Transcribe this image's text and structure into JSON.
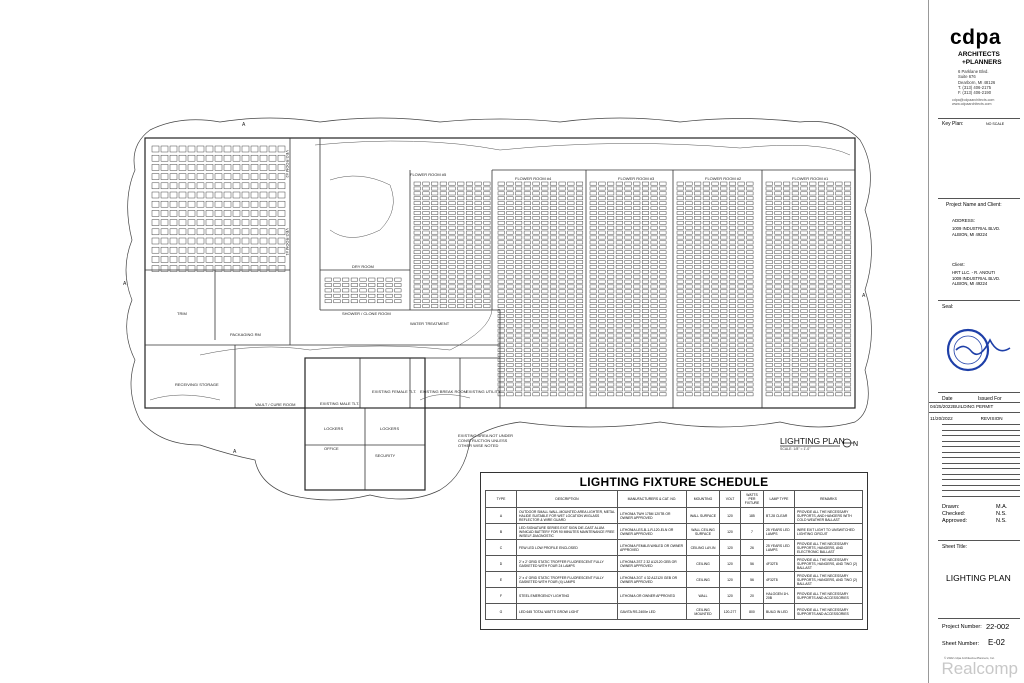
{
  "firm": {
    "name": "cdpa",
    "line1": "ARCHITECTS",
    "line2": "+PLANNERS",
    "address": [
      "6 Parklane Blvd.",
      "Suite 676",
      "Dearborn, MI 48126",
      "T. (313) 406-2175",
      "F. (313) 406-2190"
    ],
    "contact": [
      "cdpa@cdpaarchitects.com",
      "www.cdpaarchitects.com"
    ]
  },
  "titleblock": {
    "key_plan_label": "Key Plan:",
    "key_plan_value": "NO SCALE",
    "project_label": "Project Name and Client:",
    "address_label": "ADDRESS:",
    "address_lines": [
      "1009 INDUSTRIAL BLVD.",
      "ALBION, MI 49224"
    ],
    "client_label": "Client:",
    "client_lines": [
      "HRT LLC. - R. ANOUTI",
      "1009 INDUSTRIAL BLVD.",
      "ALBION, MI 49224"
    ],
    "seal_label": "Seal:",
    "date_col": "Date",
    "issued_col": "Issued For",
    "issues": [
      {
        "date": "04/25/2022",
        "for": "BUILDING PERMIT"
      },
      {
        "date": "11/20/2022",
        "for": "REVISION"
      }
    ],
    "drawn_label": "Drawn:",
    "drawn_value": "M.A.",
    "checked_label": "Checked:",
    "checked_value": "N.S.",
    "approved_label": "Approved:",
    "approved_value": "N.S.",
    "sheet_title_label": "Sheet Title:",
    "sheet_title": "LIGHTING PLAN",
    "project_number_label": "Project Number:",
    "project_number": "22-002",
    "sheet_number_label": "Sheet Number:",
    "sheet_number": "E-02",
    "copyright": "© 2022 cdpa Architects+Planners, Inc."
  },
  "plan": {
    "title": "LIGHTING PLAN",
    "scale": "SCALE: 1/8\" = 1'-0\"",
    "north_label": "N",
    "rooms": {
      "flower5": "FLOWER ROOM #5",
      "flower4": "FLOWER ROOM #4",
      "flower3": "FLOWER ROOM #3",
      "flower2": "FLOWER ROOM #2",
      "flower1": "FLOWER ROOM #1",
      "dry": "DRY ROOM",
      "shower": "SHOWER / CLONE ROOM",
      "water": "WATER TREATMENT",
      "trim": "TRIM",
      "packaging": "PACKAGING RM",
      "receiving": "RECEIVING/ STORAGE",
      "vault": "VAULT / CURE ROOM",
      "male_tlt": "EXISTING MALE TLT.",
      "female_tlt": "EXISTING FEMALE TLT.",
      "break": "EXISTING BREAK ROOM",
      "util": "EXISTING UTILITY",
      "lockers1": "LOCKERS",
      "lockers2": "LOCKERS",
      "office": "OFFICE",
      "security": "SECURITY",
      "veg1": "VEG ROOM #2",
      "veg2": "VEG ROOM #1"
    },
    "note": [
      "EXISTING AREA NOT UNDER",
      "CONSTRUCTION UNLESS",
      "OTHER WISE NOTED"
    ],
    "section_mark": "A"
  },
  "schedule": {
    "title": "LIGHTING FIXTURE SCHEDULE",
    "headers": [
      "TYPE",
      "DESCRIPTION",
      "MANUFACTURERS & CAT. NO.",
      "MOUNTING",
      "VOLT",
      "WATTS PER FIXTURE",
      "LAMP TYPE",
      "REMARKS"
    ],
    "rows": [
      {
        "type": "A",
        "desc": "OUTDOOR SMALL WALL-MOUNTED AREA LIGHTER, METAL HALIDE SUITABLE FOR WET LOCATION W/GLASS REFLECTOR & WIRE GUARD",
        "mfr": "LITHONIA TWH 175M 120TB OR OWNER APPROVED",
        "mount": "WALL SURFACE",
        "volt": "120",
        "watts": "185",
        "lamp": "BT-28 CLEAR",
        "remarks": "PROVIDE ALL THE NECESSARY SUPPORTS, AND HANGERS WITH COLD WEATHER BALLAST"
      },
      {
        "type": "B",
        "desc": "LED SIGNATURE SERIES EXIT SIGN DIE-CAST ALUM. W/NICAD BATTERY FOR 90 MINUTES MAINTENANCE FREE W/SELF-DIAGNOSTIC",
        "mfr": "LITHONIA LES-B-1-R-120-ELN OR OWNER APPROVED",
        "mount": "WALL CEILING SURFACE",
        "volt": "120",
        "watts": "7",
        "lamp": "25 YEARS LED LAMPS",
        "remarks": "WIRE EXIT LIGHT TO UNSWITCHED LIGHTING CIRCUIT"
      },
      {
        "type": "C",
        "desc": "FEW LED LOW PROFILE ENCLOSED",
        "mfr": "LITHONIA FEM4LB W/6LED OR OWNER APPROVED",
        "mount": "CEILING LAY-IN",
        "volt": "120",
        "watts": "26",
        "lamp": "25 YEARS LED LAMPS",
        "remarks": "PROVIDE ALL THE NECESSARY SUPPORTS, HANGERS, AND ELECTRONIC BALLAST"
      },
      {
        "type": "D",
        "desc": "2' x 2' GRID STATIC TROFFER FLUORESCENT FULLY GASKETED WITH FOUR 24 LAMPS",
        "mfr": "LITHONIA 2ST 2 32 A12120 GEB OR OWNER APPROVED",
        "mount": "CEILING",
        "volt": "120",
        "watts": "56",
        "lamp": "4F32T8",
        "remarks": "PROVIDE ALL THE NECESSARY SUPPORTS, HANGERS, AND TWO (2) BALLAST"
      },
      {
        "type": "E",
        "desc": "2' x 4' GRID STATIC TROFFER FLUORESCENT FULLY GASKETED WITH FOUR (4) LAMPS",
        "mfr": "LITHONIA 2GT 4 32 A12120 GEB OR OWNER APPROVED",
        "mount": "CEILING",
        "volt": "120",
        "watts": "56",
        "lamp": "4F32T8",
        "remarks": "PROVIDE ALL THE NECESSARY SUPPORTS, HANGERS, AND TWO (2) BALLAST"
      },
      {
        "type": "F",
        "desc": "STEEL EMERGENCY LIGHTING",
        "mfr": "LITHONIA OR OWNER APPROVED",
        "mount": "WALL",
        "volt": "120",
        "watts": "20",
        "lamp": "HALOGEN 1H-20B",
        "remarks": "PROVIDE ALL THE NECESSARY SUPPORTS AND ACCESSORIES"
      },
      {
        "type": "G",
        "desc": "LED 645 TOTAL WATTS GROW LIGHT",
        "mfr": "GAVITA RS-2400e LED",
        "mount": "CEILING MOUNTED",
        "volt": "120-277",
        "watts": "800",
        "lamp": "BUILD IN LED",
        "remarks": "PROVIDE ALL THE NECESSARY SUPPORTS AND ACCESSORIES"
      }
    ]
  },
  "watermark": "Realcomp"
}
